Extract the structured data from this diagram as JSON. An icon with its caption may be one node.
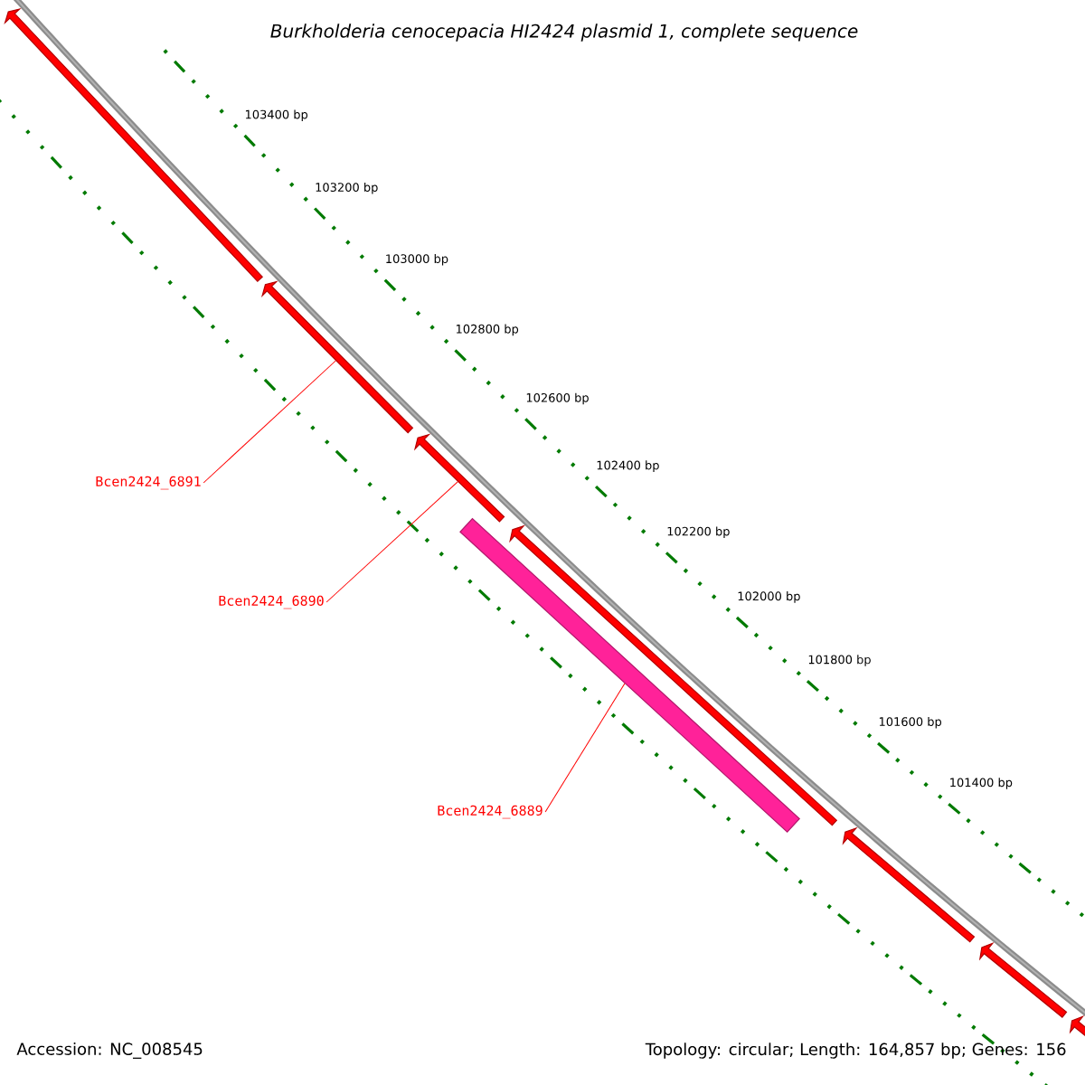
{
  "diagram": {
    "title": "Burkholderia cenocepacia HI2424 plasmid 1, complete sequence",
    "nodes": [
      {
        "text": [
          "Bcen2424_6891"
        ]
      },
      {
        "text": [
          "Bcen2424_6890"
        ]
      },
      {
        "text": [
          "Bcen2424_6889"
        ]
      },
      {
        "text": [],
        "shape": "arrow"
      },
      {
        "text": [],
        "shape": "arrow"
      },
      {
        "text": [],
        "shape": "arrow"
      },
      {
        "text": [],
        "shape": "arrow"
      },
      {
        "text": [],
        "shape": "arrow"
      },
      {
        "text": [],
        "shape": "arrow"
      },
      {
        "text": [],
        "shape": "arrow"
      },
      {
        "text": [],
        "shape": "box"
      }
    ],
    "edges": [
      {
        "from": 0,
        "to": 4,
        "arrow": "none"
      },
      {
        "from": 1,
        "to": 5,
        "arrow": "none"
      },
      {
        "from": 2,
        "to": 10,
        "arrow": "none"
      }
    ],
    "labels": [
      "103400 bp",
      "103200 bp",
      "103000 bp",
      "102800 bp",
      "102600 bp",
      "102400 bp",
      "102200 bp",
      "102000 bp",
      "101800 bp",
      "101600 bp",
      "101400 bp",
      "Accession: NC_008545",
      "Topology: circular; Length: 164,857 bp; Genes: 156"
    ]
  }
}
